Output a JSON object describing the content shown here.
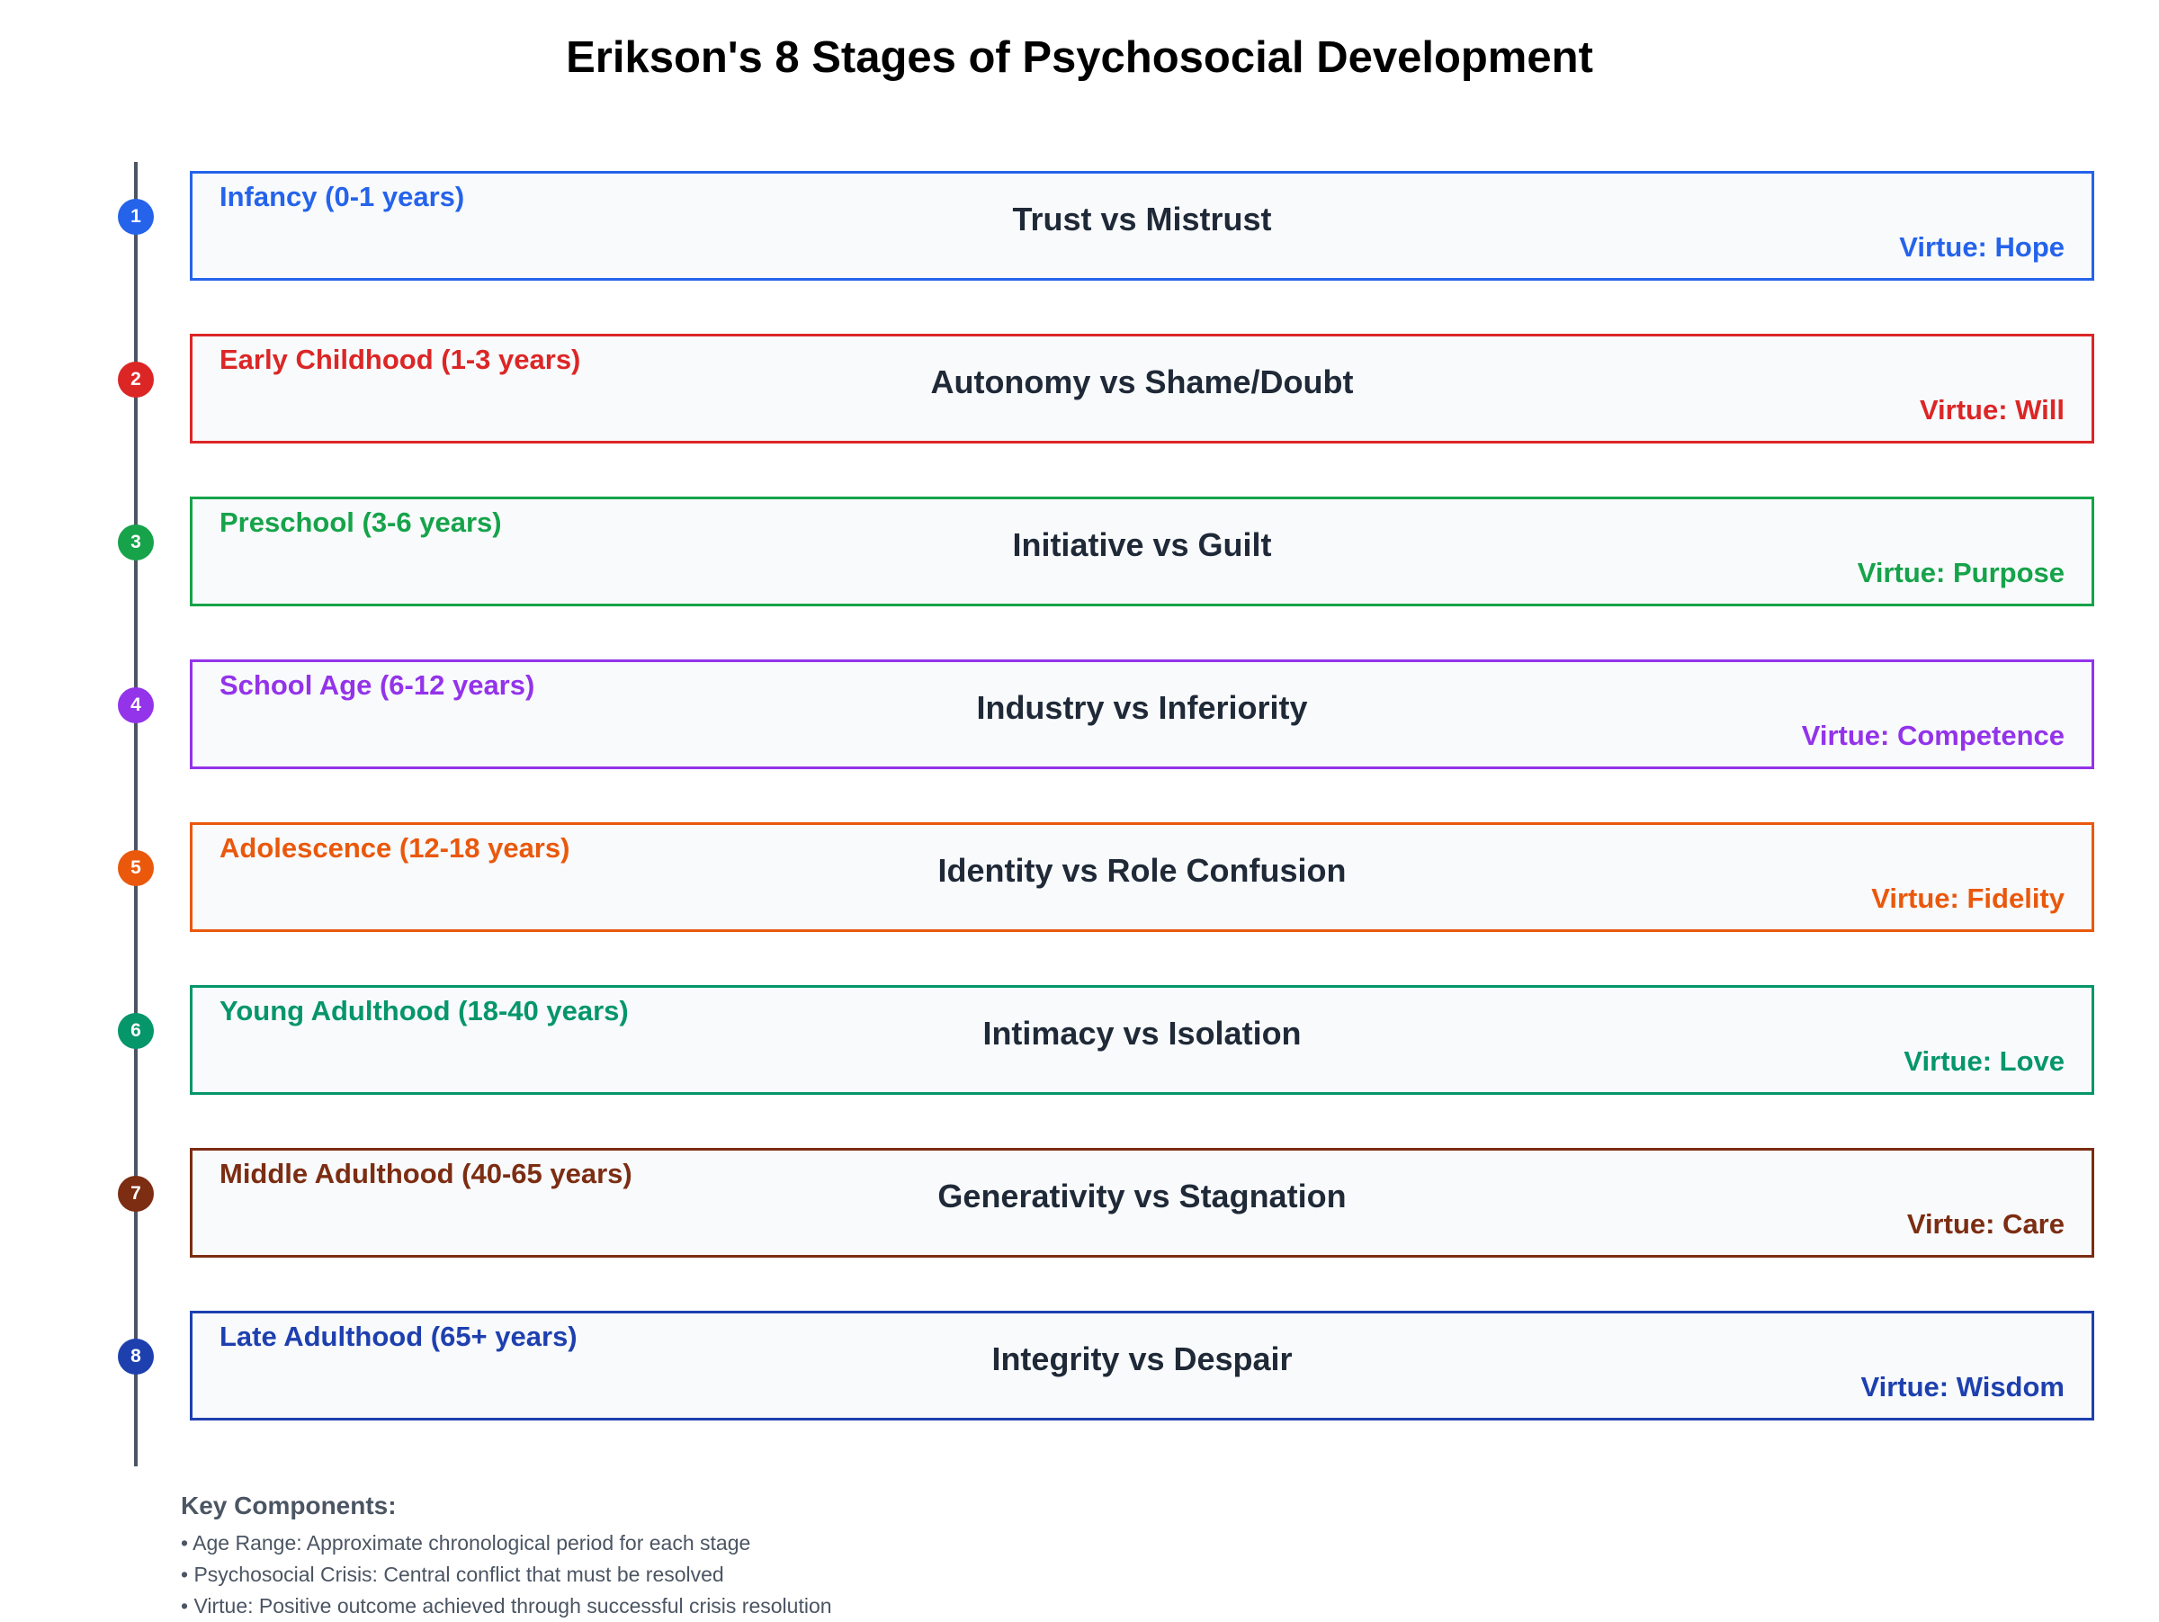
{
  "title": "Erikson's 8 Stages of Psychosocial Development",
  "stages": [
    {
      "number": "1",
      "age": "Infancy (0-1 years)",
      "crisis": "Trust vs Mistrust",
      "virtue": "Virtue: Hope",
      "color": "#2563eb"
    },
    {
      "number": "2",
      "age": "Early Childhood (1-3 years)",
      "crisis": "Autonomy vs Shame/Doubt",
      "virtue": "Virtue: Will",
      "color": "#dc2626"
    },
    {
      "number": "3",
      "age": "Preschool (3-6 years)",
      "crisis": "Initiative vs Guilt",
      "virtue": "Virtue: Purpose",
      "color": "#16a34a"
    },
    {
      "number": "4",
      "age": "School Age (6-12 years)",
      "crisis": "Industry vs Inferiority",
      "virtue": "Virtue: Competence",
      "color": "#9333ea"
    },
    {
      "number": "5",
      "age": "Adolescence (12-18 years)",
      "crisis": "Identity vs Role Confusion",
      "virtue": "Virtue: Fidelity",
      "color": "#ea580c"
    },
    {
      "number": "6",
      "age": "Young Adulthood (18-40 years)",
      "crisis": "Intimacy vs Isolation",
      "virtue": "Virtue: Love",
      "color": "#059669"
    },
    {
      "number": "7",
      "age": "Middle Adulthood (40-65 years)",
      "crisis": "Generativity vs Stagnation",
      "virtue": "Virtue: Care",
      "color": "#7c2d12"
    },
    {
      "number": "8",
      "age": "Late Adulthood (65+ years)",
      "crisis": "Integrity vs Despair",
      "virtue": "Virtue: Wisdom",
      "color": "#1e40af"
    }
  ],
  "timeline_color": "#4b5563",
  "key": {
    "heading": "Key Components:",
    "items": [
      "• Age Range: Approximate chronological period for each stage",
      "• Psychosocial Crisis: Central conflict that must be resolved",
      "• Virtue: Positive outcome achieved through successful crisis resolution"
    ]
  }
}
